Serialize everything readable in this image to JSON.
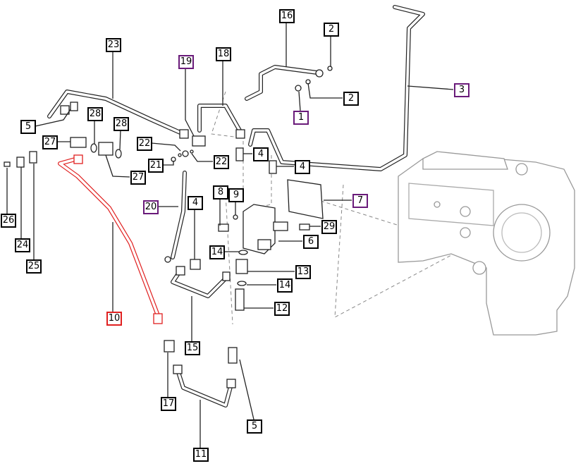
{
  "title": "Hydraulic pipes parts diagram",
  "colors": {
    "highlight_red": "#e02020",
    "highlight_purple": "#6a1b7a",
    "line": "#222222"
  },
  "callouts": [
    {
      "id": "c23",
      "text": "23",
      "style": "black"
    },
    {
      "id": "c19",
      "text": "19",
      "style": "purple"
    },
    {
      "id": "c18",
      "text": "18",
      "style": "black"
    },
    {
      "id": "c16",
      "text": "16",
      "style": "black"
    },
    {
      "id": "c2a",
      "text": "2",
      "style": "black"
    },
    {
      "id": "c2b",
      "text": "2",
      "style": "black"
    },
    {
      "id": "c1",
      "text": "1",
      "style": "purple"
    },
    {
      "id": "c3",
      "text": "3",
      "style": "purple"
    },
    {
      "id": "c5a",
      "text": "5",
      "style": "black"
    },
    {
      "id": "c28a",
      "text": "28",
      "style": "black"
    },
    {
      "id": "c28b",
      "text": "28",
      "style": "black"
    },
    {
      "id": "c27a",
      "text": "27",
      "style": "black"
    },
    {
      "id": "c27b",
      "text": "27",
      "style": "black"
    },
    {
      "id": "c22a",
      "text": "22",
      "style": "black"
    },
    {
      "id": "c22b",
      "text": "22",
      "style": "black"
    },
    {
      "id": "c21",
      "text": "21",
      "style": "black"
    },
    {
      "id": "c4a",
      "text": "4",
      "style": "black"
    },
    {
      "id": "c4b",
      "text": "4",
      "style": "black"
    },
    {
      "id": "c20",
      "text": "20",
      "style": "purple"
    },
    {
      "id": "c8",
      "text": "8",
      "style": "black"
    },
    {
      "id": "c9",
      "text": "9",
      "style": "black"
    },
    {
      "id": "c4c",
      "text": "4",
      "style": "black"
    },
    {
      "id": "c7",
      "text": "7",
      "style": "purple"
    },
    {
      "id": "c29",
      "text": "29",
      "style": "black"
    },
    {
      "id": "c6",
      "text": "6",
      "style": "black"
    },
    {
      "id": "c14a",
      "text": "14",
      "style": "black"
    },
    {
      "id": "c13",
      "text": "13",
      "style": "black"
    },
    {
      "id": "c14b",
      "text": "14",
      "style": "black"
    },
    {
      "id": "c12",
      "text": "12",
      "style": "black"
    },
    {
      "id": "c26",
      "text": "26",
      "style": "black"
    },
    {
      "id": "c24",
      "text": "24",
      "style": "black"
    },
    {
      "id": "c25",
      "text": "25",
      "style": "black"
    },
    {
      "id": "c10",
      "text": "10",
      "style": "red"
    },
    {
      "id": "c15",
      "text": "15",
      "style": "black"
    },
    {
      "id": "c17",
      "text": "17",
      "style": "black"
    },
    {
      "id": "c5b",
      "text": "5",
      "style": "black"
    },
    {
      "id": "c11",
      "text": "11",
      "style": "black"
    }
  ]
}
